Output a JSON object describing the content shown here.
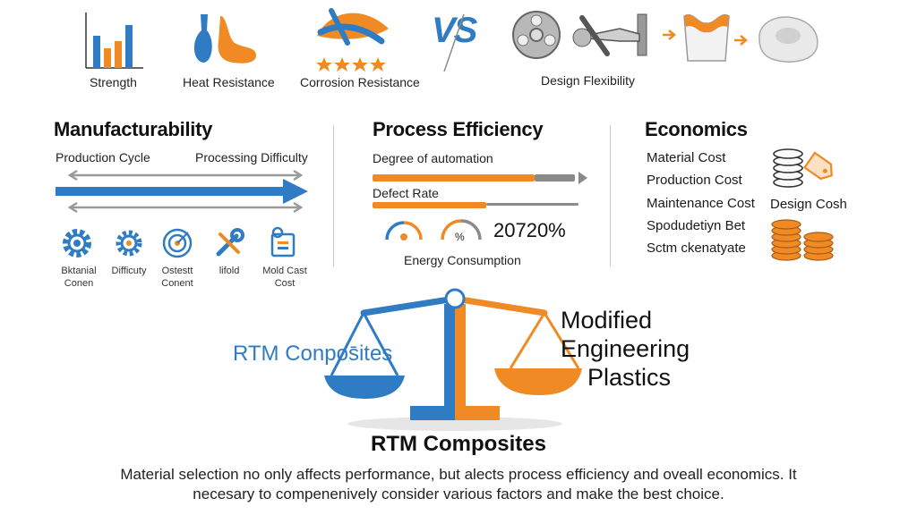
{
  "top": {
    "strength_label": "Strength",
    "heat_label": "Heat Resistance",
    "corrosion_label": "Corrosion Resistance",
    "vs_label": "VS",
    "design_label": "Design Flexibility"
  },
  "manufacturability": {
    "title": "Manufacturability",
    "production_cycle": "Production Cycle",
    "processing_difficulty": "Processing Difficulty",
    "icons": [
      {
        "line1": "Bktanial",
        "line2": "Conen"
      },
      {
        "line1": "Difficuty",
        "line2": ""
      },
      {
        "line1": "Ostestt",
        "line2": "Conent"
      },
      {
        "line1": "lifold",
        "line2": ""
      },
      {
        "line1": "Mold Cast",
        "line2": "Cost"
      }
    ]
  },
  "process": {
    "title": "Process Efficiency",
    "automation_label": "Degree of automation",
    "automation_value": 0.8,
    "defect_label": "Defect Rate",
    "defect_value": 0.55,
    "gauge2_text": "%",
    "percent_text": "20720%",
    "energy_label": "Energy Consumption"
  },
  "economics": {
    "title": "Economics",
    "items": [
      "Material Cost",
      "Production Cost",
      "Maintenance Cost",
      "Spodudetiyn Bet",
      "Sctm ckenatyate"
    ],
    "design_cost": "Design Cosh"
  },
  "balance": {
    "left_label": "RTM Conpos̄ites",
    "right_label_1": "Modified",
    "right_label_2": "Engineering",
    "right_label_3": "Plastics"
  },
  "conclusion": {
    "title": "RTM Composites",
    "line1": "Material selection no only affects performance, but alects process efficiency and oveall economics. It",
    "line2": "necesary to compenenively consider various factors and make the best choice."
  },
  "colors": {
    "blue": "#2f7cc4",
    "orange": "#f08a24",
    "gray": "#8a8a8a"
  }
}
